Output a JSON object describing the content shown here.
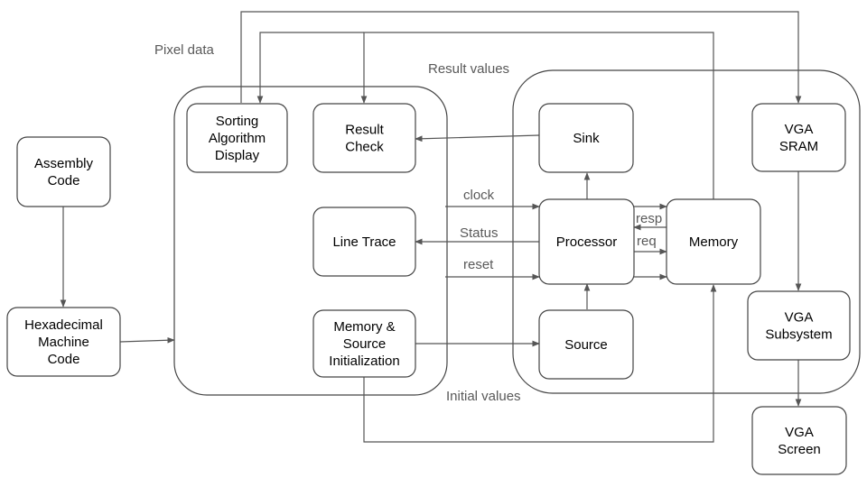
{
  "nodes": {
    "assembly": [
      "Assembly",
      "Code"
    ],
    "hex": [
      "Hexadecimal",
      "Machine",
      "Code"
    ],
    "sorting": [
      "Sorting",
      "Algorithm",
      "Display"
    ],
    "result_check": [
      "Result",
      "Check"
    ],
    "line_trace": [
      "Line Trace"
    ],
    "mem_init": [
      "Memory &",
      "Source",
      "Initialization"
    ],
    "sink": [
      "Sink"
    ],
    "processor": [
      "Processor"
    ],
    "source": [
      "Source"
    ],
    "memory": [
      "Memory"
    ],
    "vga_sram": [
      "VGA",
      "SRAM"
    ],
    "vga_subsystem": [
      "VGA",
      "Subsystem"
    ],
    "vga_screen": [
      "VGA",
      "Screen"
    ]
  },
  "labels": {
    "pixel_data": "Pixel data",
    "result_values": "Result values",
    "clock": "clock",
    "status": "Status",
    "reset": "reset",
    "resp": "resp",
    "req": "req",
    "initial_values": "Initial values"
  }
}
